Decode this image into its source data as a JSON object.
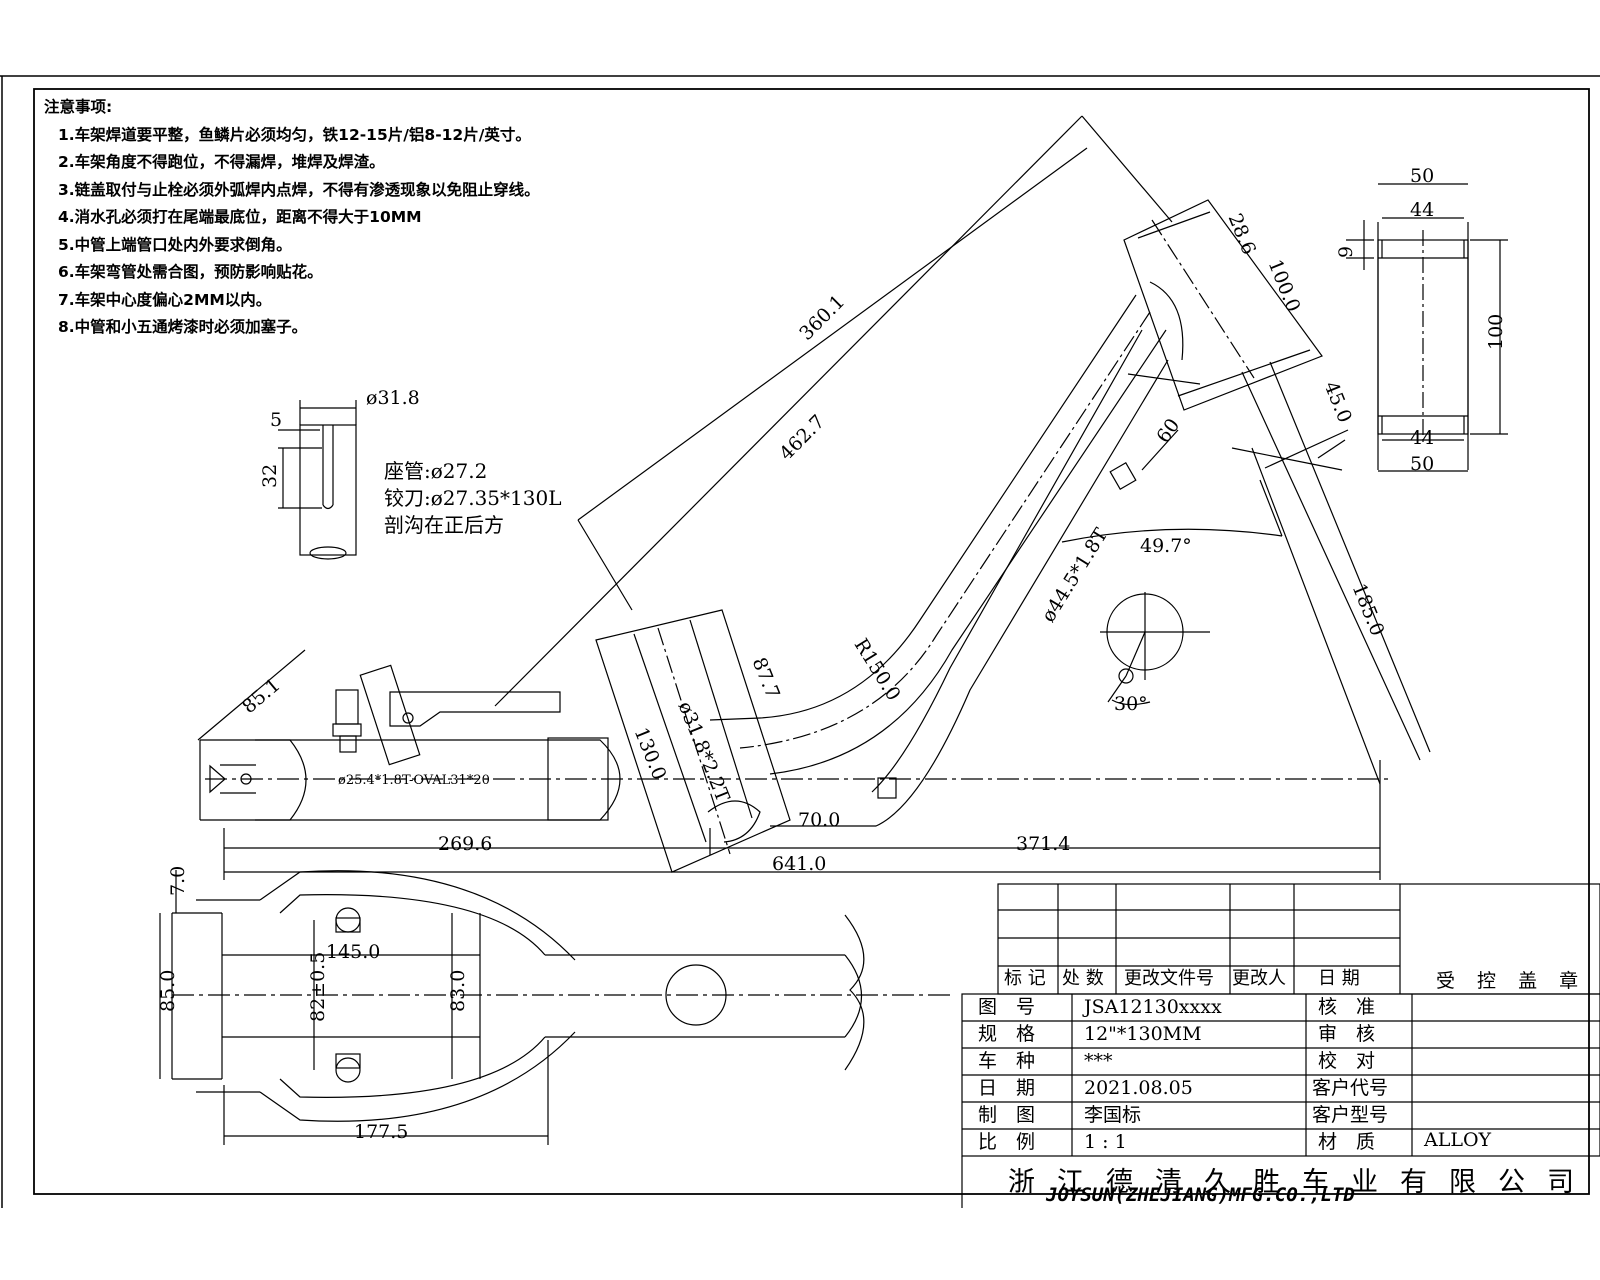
{
  "notes": {
    "title": "注意事项:",
    "items": [
      "1.车架焊道要平整，鱼鳞片必须均匀，铁12-15片/铝8-12片/英寸。",
      "2.车架角度不得跑位，不得漏焊，堆焊及焊渣。",
      "3.链盖取付与止栓必须外弧焊内点焊，不得有渗透现象以免阻止穿线。",
      "4.消水孔必须打在尾端最底位，距离不得大于10MM",
      "5.中管上端管口处内外要求倒角。",
      "6.车架弯管处需合图，预防影响贴花。",
      "7.车架中心度偏心2MM以内。",
      "8.中管和小五通烤漆时必须加塞子。"
    ]
  },
  "seat_note": {
    "line1": "座管:ø27.2",
    "line2": "铰刀:ø27.35*130L",
    "line3": "剖沟在正后方"
  },
  "dimensions": {
    "d_31_8_top": "ø31.8",
    "d_5": "5",
    "d_32": "32",
    "d_360_1": "360.1",
    "d_462_7": "462.7",
    "d_28_6": "28.6",
    "d_100_0": "100.0",
    "d_45_0": "45.0",
    "d_60": "60",
    "d_49_7": "49.7°",
    "d_tube": "ø44.5*1.8T",
    "d_185_0": "185.0",
    "d_30": "30°",
    "d_r150": "R150.0",
    "d_87_7": "87.7",
    "d_31_8_mid": "ø31.8*2.2T",
    "d_130_0": "130.0",
    "d_85_1": "85.1",
    "d_oval": "ø25.4*1.8T-OVAL31*20",
    "d_70_0": "70.0",
    "d_269_6": "269.6",
    "d_371_4": "371.4",
    "d_641_0": "641.0",
    "d_7_0": "7.0",
    "d_85_0": "85.0",
    "d_145_0": "145.0",
    "d_82": "82±0.5",
    "d_83_0": "83.0",
    "d_177_5": "177.5",
    "hd_50_top": "50",
    "hd_44_top": "44",
    "hd_9": "9",
    "hd_100": "100",
    "hd_44_bot": "44",
    "hd_50_bot": "50"
  },
  "title_block": {
    "rev_headers": [
      "标 记",
      "处 数",
      "更改文件号",
      "更改人",
      "日 期"
    ],
    "controlled_stamp": "受 控 盖 章",
    "labels": [
      "图　号",
      "规　格",
      "车　种",
      "日　期",
      "制　图",
      "比　例"
    ],
    "values": [
      "JSA12130xxxx",
      "12\"*130MM",
      "***",
      "2021.08.05",
      "李国标",
      "1 : 1"
    ],
    "approvals": [
      "核　准",
      "审　核",
      "校　对",
      "客户代号",
      "客户型号",
      "材　质"
    ],
    "material": "ALLOY",
    "company_cn": "浙江德清久胜车业有限公司",
    "company_en": "JOYSUN(ZHEJIANG)MFG.CO.,LTD"
  }
}
